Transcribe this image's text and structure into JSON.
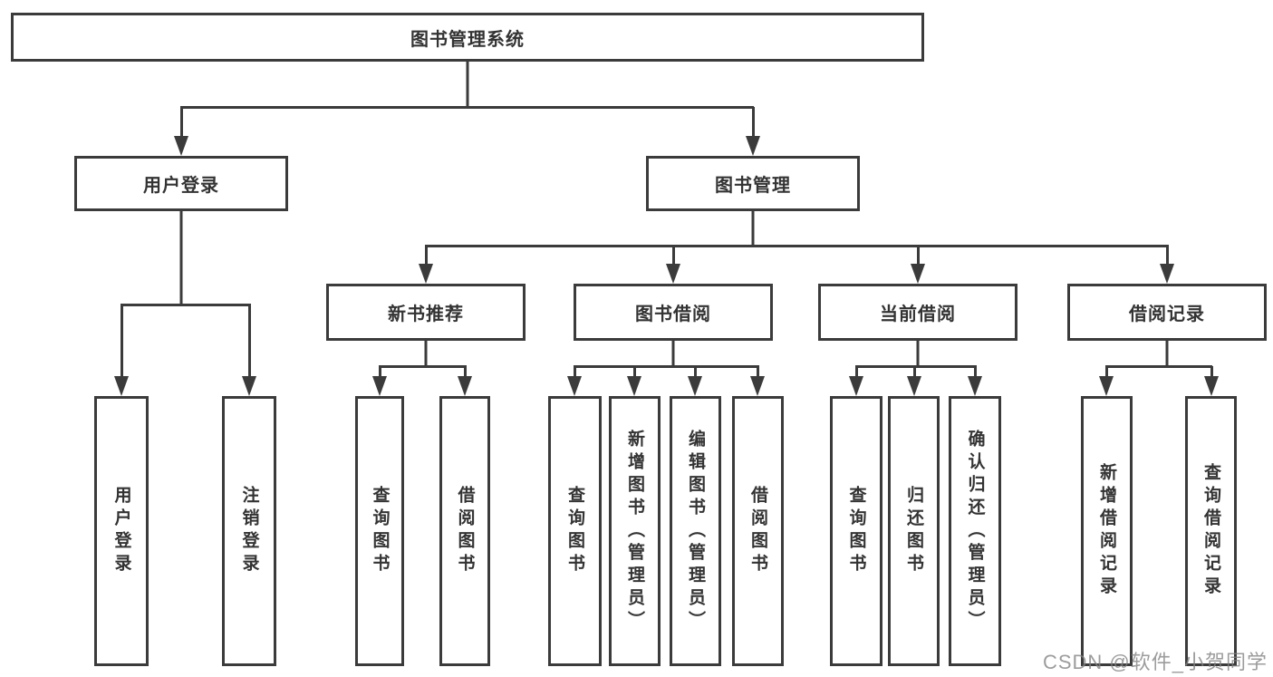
{
  "diagram": {
    "root": {
      "label": "图书管理系统"
    },
    "level2": [
      {
        "label": "用户登录"
      },
      {
        "label": "图书管理"
      }
    ],
    "level3": [
      {
        "label": "新书推荐"
      },
      {
        "label": "图书借阅"
      },
      {
        "label": "当前借阅"
      },
      {
        "label": "借阅记录"
      }
    ],
    "leaves": {
      "user_login": [
        {
          "label": "用户登录"
        },
        {
          "label": "注销登录"
        }
      ],
      "new_books": [
        {
          "label": "查询图书"
        },
        {
          "label": "借阅图书"
        }
      ],
      "book_borrow": [
        {
          "label": "查询图书"
        },
        {
          "label": "新增图书（管理员）"
        },
        {
          "label": "编辑图书（管理员）"
        },
        {
          "label": "借阅图书"
        }
      ],
      "current_borrow": [
        {
          "label": "查询图书"
        },
        {
          "label": "归还图书"
        },
        {
          "label": "确认归还（管理员）"
        }
      ],
      "borrow_records": [
        {
          "label": "新增借阅记录"
        },
        {
          "label": "查询借阅记录"
        }
      ]
    },
    "colors": {
      "line": "#3b3b3b",
      "box_background": "#ffffff",
      "text": "#333333",
      "watermark_text": "#808080"
    }
  },
  "watermark": {
    "text": "CSDN @软件_小贺同学"
  }
}
